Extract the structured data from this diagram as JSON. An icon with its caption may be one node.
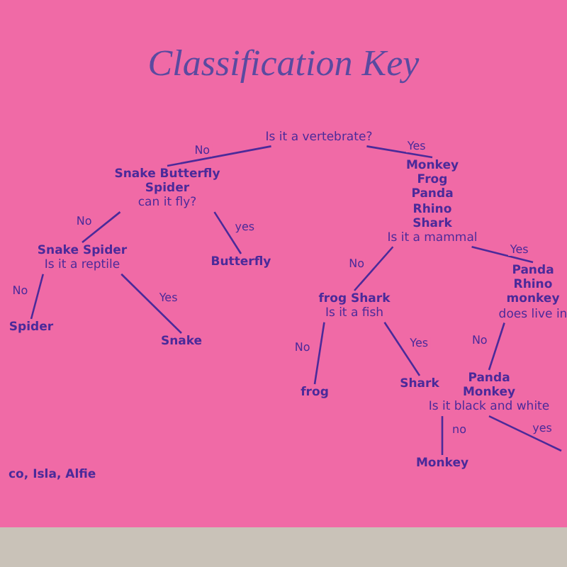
{
  "diagram": {
    "title": "Classification Key",
    "nodes": [
      {
        "text": [
          "Is it a vertebrate?"
        ]
      },
      {
        "text": [
          "Snake Butterfly",
          "Spider",
          "can it fly?"
        ]
      },
      {
        "text": [
          "Monkey",
          "Frog",
          "Panda",
          "Rhino",
          "Shark",
          "Is it a mammal"
        ]
      },
      {
        "text": [
          "Snake Spider",
          "Is it a reptile"
        ]
      },
      {
        "text": [
          "Butterfly"
        ]
      },
      {
        "text": [
          "Spider"
        ]
      },
      {
        "text": [
          "Snake"
        ]
      },
      {
        "text": [
          "frog Shark",
          "Is it a fish"
        ]
      },
      {
        "text": [
          "Panda",
          "Rhino",
          "monkey",
          "does live in"
        ]
      },
      {
        "text": [
          "frog"
        ]
      },
      {
        "text": [
          "Shark"
        ]
      },
      {
        "text": [
          "Panda",
          "Monkey",
          "Is it black and white"
        ]
      },
      {
        "text": [
          "Monkey"
        ]
      }
    ],
    "edges": [
      {
        "from": 0,
        "to": 1,
        "arrow": "none",
        "label": "No"
      },
      {
        "from": 0,
        "to": 2,
        "arrow": "none",
        "label": "Yes"
      },
      {
        "from": 1,
        "to": 3,
        "arrow": "none",
        "label": "No"
      },
      {
        "from": 1,
        "to": 4,
        "arrow": "none",
        "label": "yes"
      },
      {
        "from": 3,
        "to": 5,
        "arrow": "none",
        "label": "No"
      },
      {
        "from": 3,
        "to": 6,
        "arrow": "none",
        "label": "Yes"
      },
      {
        "from": 2,
        "to": 7,
        "arrow": "none",
        "label": "No"
      },
      {
        "from": 2,
        "to": 8,
        "arrow": "none",
        "label": "Yes"
      },
      {
        "from": 7,
        "to": 9,
        "arrow": "none",
        "label": "No"
      },
      {
        "from": 7,
        "to": 10,
        "arrow": "none",
        "label": "Yes"
      },
      {
        "from": 8,
        "to": 11,
        "arrow": "none",
        "label": "No"
      },
      {
        "from": 11,
        "to": 12,
        "arrow": "none",
        "label": "no"
      },
      {
        "from": 11,
        "to": null,
        "arrow": "none",
        "label": "yes"
      }
    ],
    "labels": [
      "co, Isla, Alfie"
    ]
  }
}
